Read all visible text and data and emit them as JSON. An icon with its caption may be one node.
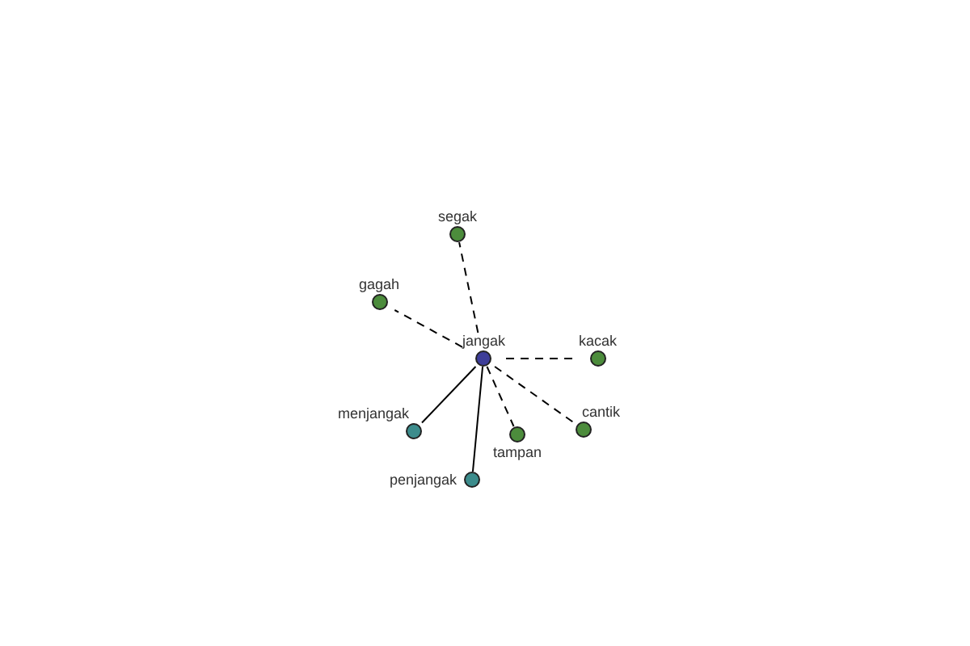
{
  "diagram": {
    "nodes": [
      {
        "text": [
          "jangak"
        ]
      },
      {
        "text": [
          "segak"
        ]
      },
      {
        "text": [
          "gagah"
        ]
      },
      {
        "text": [
          "kacak"
        ]
      },
      {
        "text": [
          "menjangak"
        ]
      },
      {
        "text": [
          "tampan"
        ]
      },
      {
        "text": [
          "cantik"
        ]
      },
      {
        "text": [
          "penjangak"
        ]
      }
    ],
    "edges": [
      {
        "from": 0,
        "to": 1,
        "arrow": "none",
        "style": "dashed"
      },
      {
        "from": 0,
        "to": 2,
        "arrow": "none",
        "style": "dashed"
      },
      {
        "from": 0,
        "to": 3,
        "arrow": "none",
        "style": "dashed"
      },
      {
        "from": 0,
        "to": 4,
        "arrow": "none"
      },
      {
        "from": 0,
        "to": 5,
        "arrow": "none",
        "style": "dashed"
      },
      {
        "from": 0,
        "to": 6,
        "arrow": "none",
        "style": "dashed"
      },
      {
        "from": 0,
        "to": 7,
        "arrow": "none"
      }
    ]
  }
}
